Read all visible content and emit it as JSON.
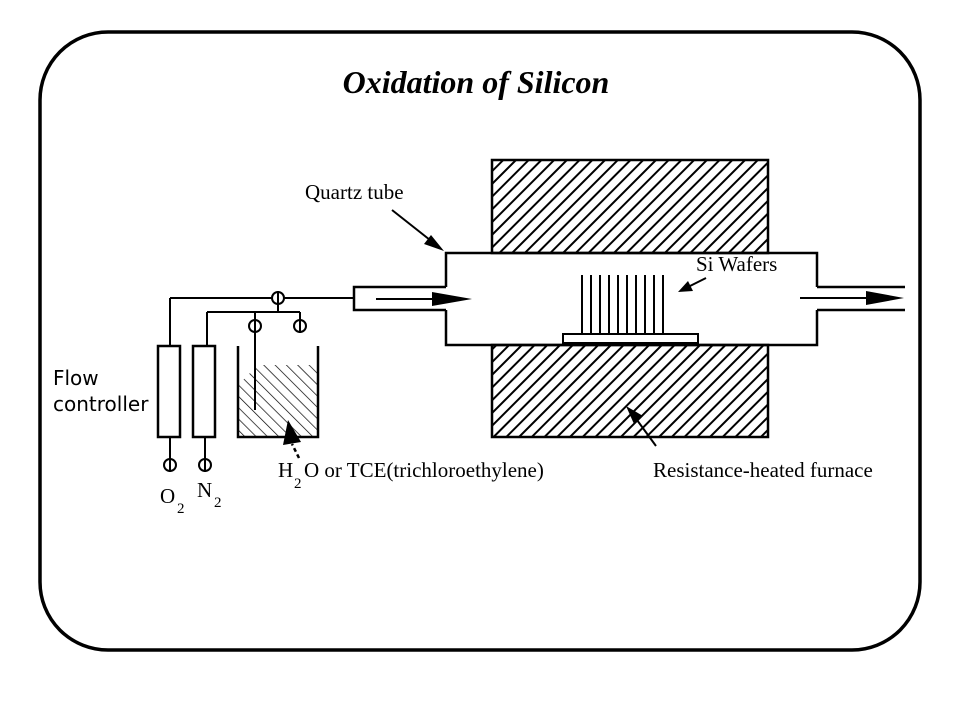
{
  "title": "Oxidation of Silicon",
  "labels": {
    "quartz_tube": "Quartz tube",
    "si_wafers": "Si Wafers",
    "flow_line1": "Flow",
    "flow_line2": "controller",
    "o2_base": "O",
    "o2_sub": "2",
    "n2_base": "N",
    "n2_sub": "2",
    "h2o_base": "H",
    "h2o_sub": "2",
    "h2o_rest": "O or TCE(trichloroethylene)",
    "furnace": "Resistance-heated furnace"
  }
}
